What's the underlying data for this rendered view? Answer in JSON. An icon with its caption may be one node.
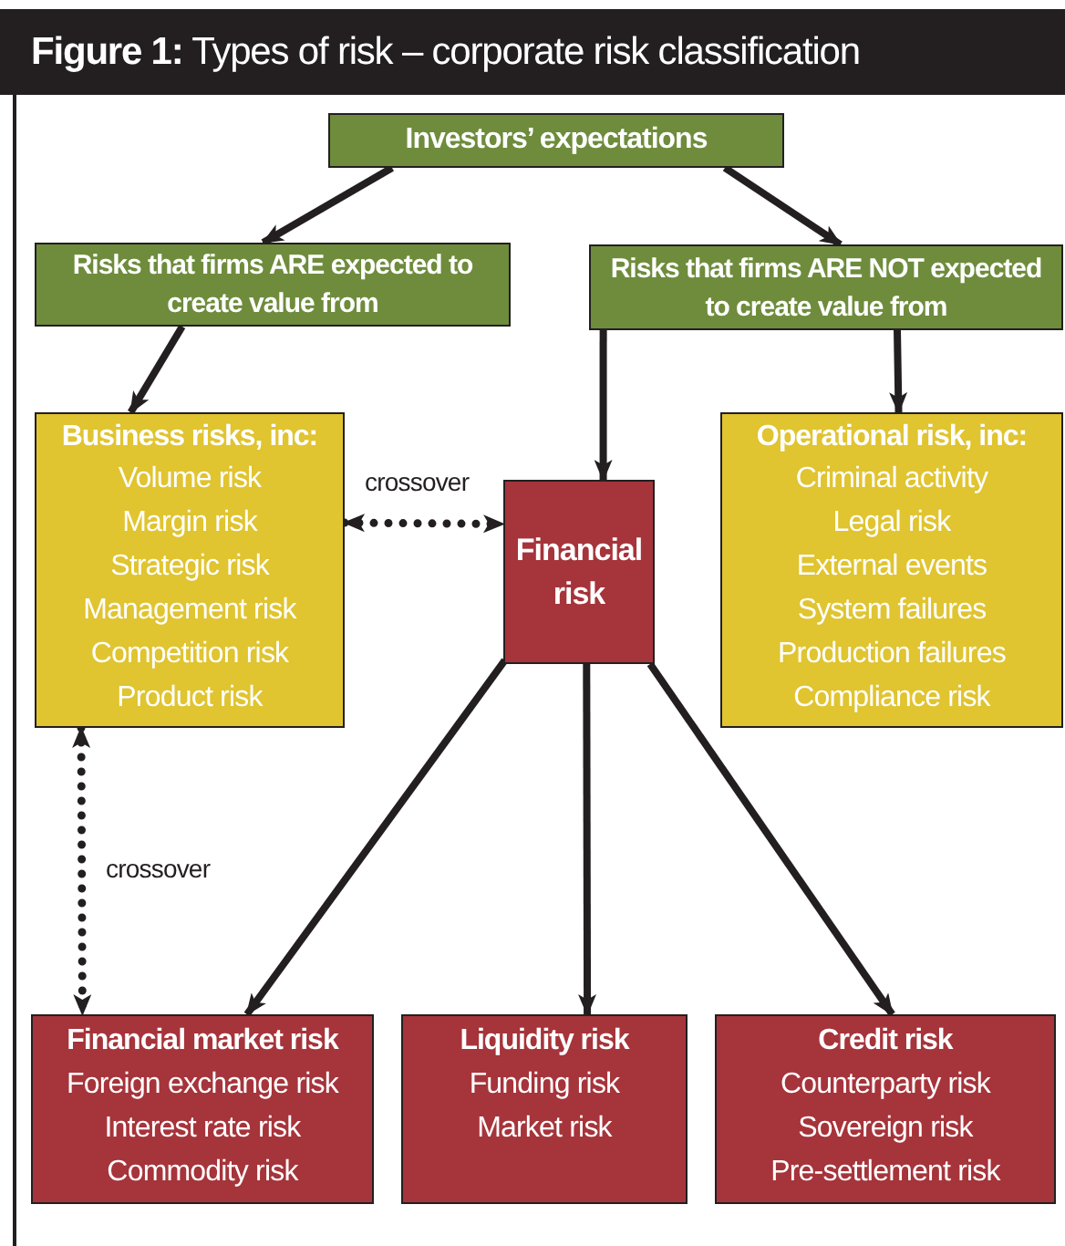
{
  "diagram": {
    "title": "**Figure 1:** Types of risk – corporate risk classification",
    "nodes": [
      {
        "text": [
          "Investors’ expectations"
        ]
      },
      {
        "text": [
          "Risks that firms ARE expected to create value from"
        ]
      },
      {
        "text": [
          "Risks that firms ARE NOT expected to create value from"
        ]
      },
      {
        "text": [
          "Business risks, inc:",
          "Volume risk",
          "Margin risk",
          "Strategic risk",
          "Management risk",
          "Competition risk",
          "Product risk"
        ]
      },
      {
        "text": [
          "Financial risk"
        ]
      },
      {
        "text": [
          "Operational risk, inc:",
          "Criminal activity",
          "Legal risk",
          "External events",
          "System failures",
          "Production failures",
          "Compliance risk"
        ]
      },
      {
        "text": [
          "Financial market risk",
          "Foreign exchange risk",
          "Interest rate risk",
          "Commodity risk"
        ]
      },
      {
        "text": [
          "Liquidity risk",
          "Funding risk",
          "Market risk"
        ]
      },
      {
        "text": [
          "Credit risk",
          "Counterparty risk",
          "Sovereign risk",
          "Pre-settlement risk"
        ]
      }
    ],
    "edges": [
      {
        "from": 0,
        "to": 1,
        "arrow": "to"
      },
      {
        "from": 0,
        "to": 2,
        "arrow": "to"
      },
      {
        "from": 1,
        "to": 3,
        "arrow": "to"
      },
      {
        "from": 2,
        "to": 4,
        "arrow": "to"
      },
      {
        "from": 2,
        "to": 5,
        "arrow": "to"
      },
      {
        "from": 3,
        "to": 4,
        "arrow": "both",
        "label": "crossover",
        "style": "dashed"
      },
      {
        "from": 4,
        "to": 6,
        "arrow": "to"
      },
      {
        "from": 4,
        "to": 7,
        "arrow": "to"
      },
      {
        "from": 4,
        "to": 8,
        "arrow": "to"
      },
      {
        "from": 3,
        "to": 6,
        "arrow": "both",
        "label": "crossover",
        "style": "dashed"
      }
    ]
  }
}
